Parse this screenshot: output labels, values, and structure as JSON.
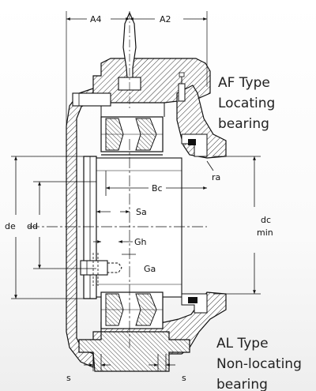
{
  "labels": {
    "a4": "A4",
    "a2": "A2",
    "ra": "ra",
    "bc": "Bc",
    "sa": "Sa",
    "gh": "Gh",
    "ga": "Ga",
    "de": "de",
    "dd": "dd",
    "dc": "dc",
    "min": "min",
    "s_left": "s",
    "s_right": "s"
  },
  "types": {
    "af_line1": "AF Type",
    "af_line2": "Locating",
    "af_line3": "bearing",
    "al_line1": "AL Type",
    "al_line2": "Non-locating",
    "al_line3": "bearing"
  }
}
